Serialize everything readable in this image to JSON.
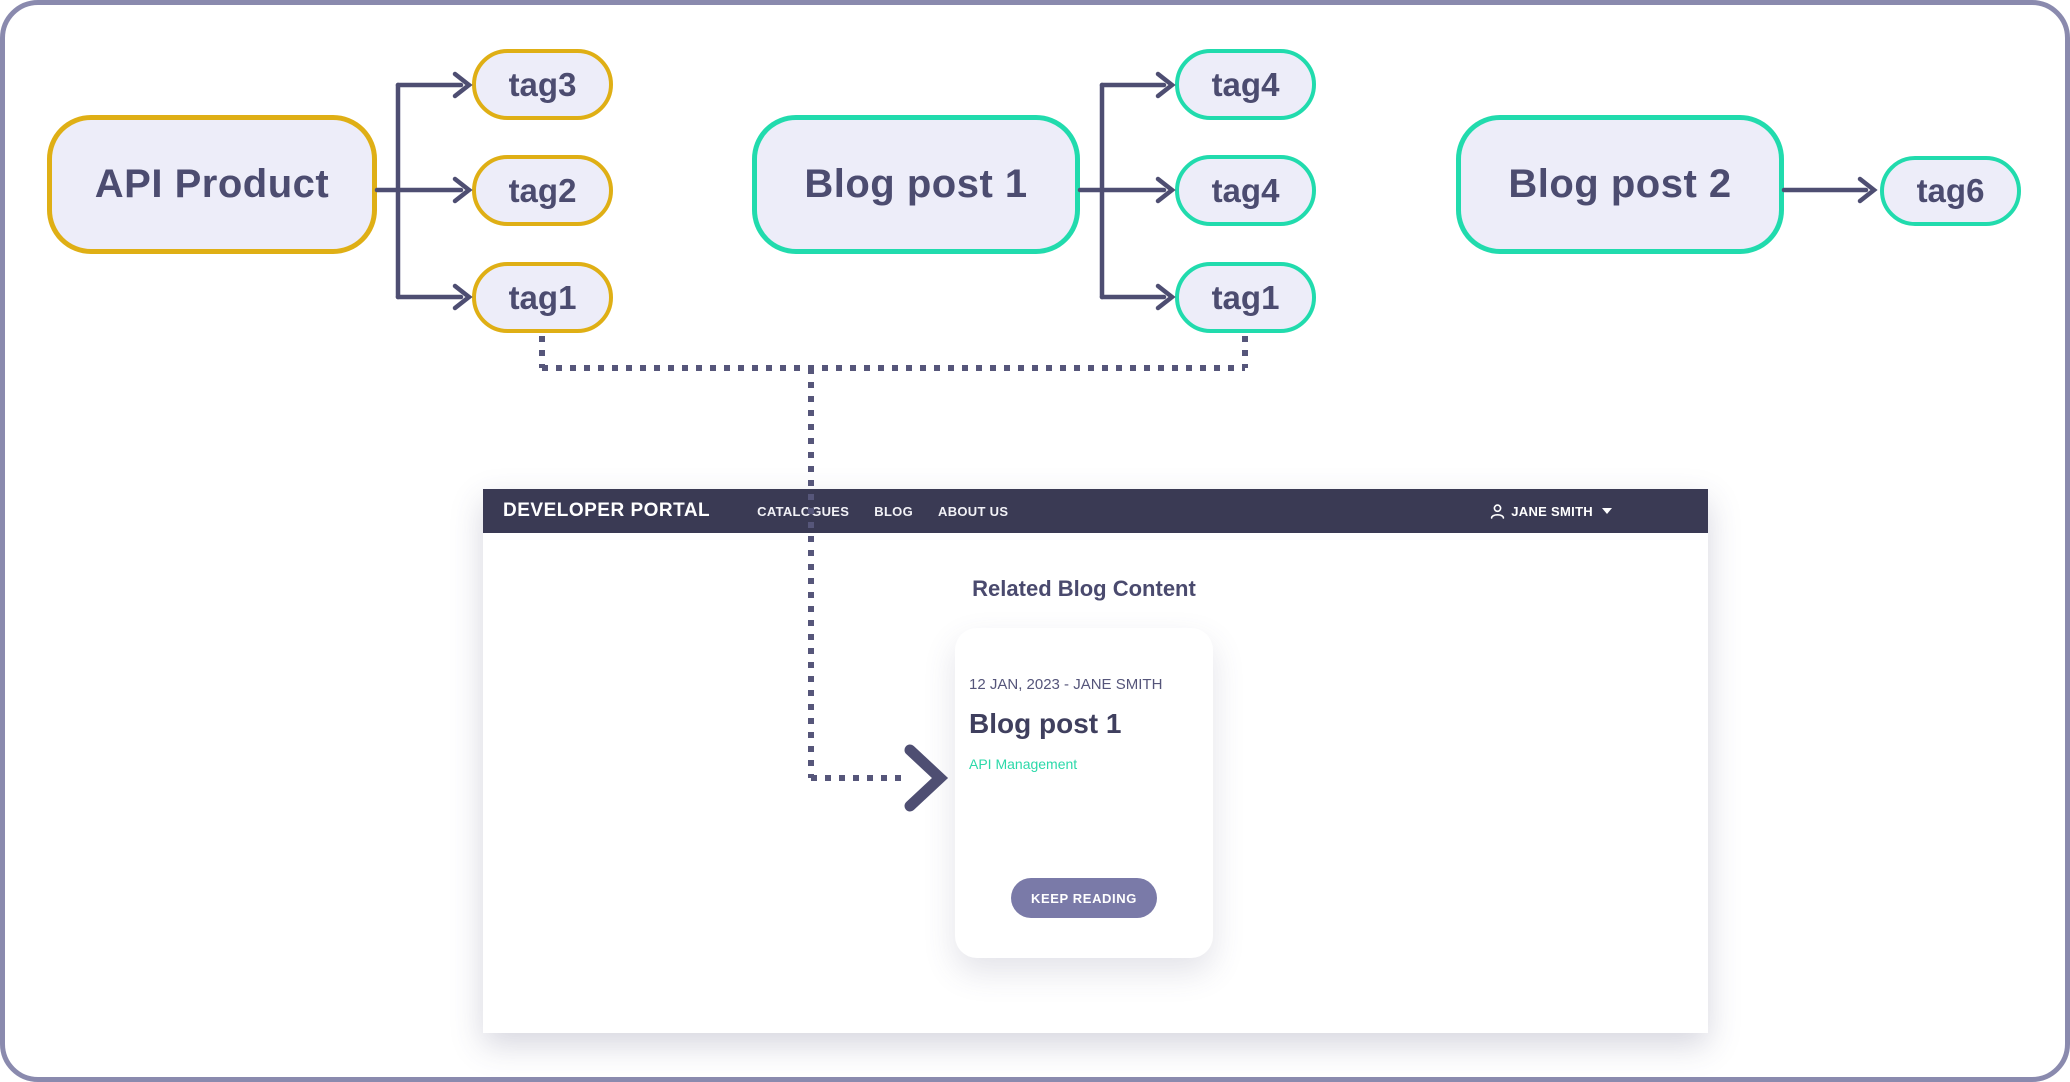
{
  "diagram": {
    "api_product": {
      "label": "API Product",
      "tags": [
        "tag3",
        "tag2",
        "tag1"
      ]
    },
    "blog_post_1": {
      "label": "Blog post 1",
      "tags": [
        "tag4",
        "tag4",
        "tag1"
      ]
    },
    "blog_post_2": {
      "label": "Blog post 2",
      "tags": [
        "tag6"
      ]
    }
  },
  "portal": {
    "brand": "DEVELOPER PORTAL",
    "nav": [
      "CATALOGUES",
      "BLOG",
      "ABOUT US"
    ],
    "user_name": "JANE SMITH",
    "section_title": "Related Blog Content",
    "card": {
      "meta": "12 JAN, 2023 - JANE SMITH",
      "title": "Blog post 1",
      "tag_link": "API Management",
      "button": "KEEP READING"
    }
  },
  "colors": {
    "gold_border": "#DFAF15",
    "teal_border": "#21DBAD",
    "node_fill": "#EDEDF9",
    "ink_text": "#4C4C70",
    "connector_line": "#4E4E72",
    "dotted_line": "#56567A",
    "navbar_bg": "#3A3A54",
    "button_bg": "#7A7AA8",
    "tag_link_text": "#2BD9A9",
    "canvas_border": "#8A8AAE"
  }
}
